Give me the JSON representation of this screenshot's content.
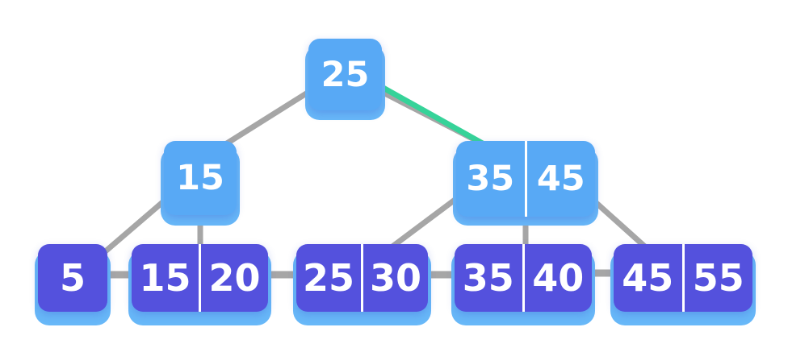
{
  "diagram": {
    "type": "b-plus-tree",
    "colors": {
      "internal_node": "#58a9f5",
      "leaf_node": "#5451dd",
      "node_base": "#68b8f8",
      "edge": "#a6a6a6",
      "highlight_edge": "#36d399",
      "divider": "#ffffff",
      "text": "#ffffff",
      "background": "#ffffff"
    },
    "nodes": [
      {
        "id": "root",
        "level": "internal",
        "keys": [
          "25"
        ]
      },
      {
        "id": "int-15",
        "level": "internal",
        "keys": [
          "15"
        ]
      },
      {
        "id": "int-35-45",
        "level": "internal",
        "keys": [
          "35",
          "45"
        ]
      },
      {
        "id": "leaf-5",
        "level": "leaf",
        "keys": [
          "5"
        ]
      },
      {
        "id": "leaf-15-20",
        "level": "leaf",
        "keys": [
          "15",
          "20"
        ]
      },
      {
        "id": "leaf-25-30",
        "level": "leaf",
        "keys": [
          "25",
          "30"
        ]
      },
      {
        "id": "leaf-35-40",
        "level": "leaf",
        "keys": [
          "35",
          "40"
        ]
      },
      {
        "id": "leaf-45-55",
        "level": "leaf",
        "keys": [
          "45",
          "55"
        ]
      }
    ],
    "edges": [
      {
        "from": "root",
        "to": "int-15",
        "highlighted": false
      },
      {
        "from": "root",
        "to": "int-35-45",
        "highlighted": true
      },
      {
        "from": "int-15",
        "to": "leaf-5",
        "highlighted": false
      },
      {
        "from": "int-15",
        "to": "leaf-15-20",
        "highlighted": false
      },
      {
        "from": "int-35-45",
        "to": "leaf-25-30",
        "highlighted": false
      },
      {
        "from": "int-35-45",
        "to": "leaf-35-40",
        "highlighted": false
      },
      {
        "from": "int-35-45",
        "to": "leaf-45-55",
        "highlighted": false
      }
    ],
    "leaf_links": [
      {
        "from": "leaf-5",
        "to": "leaf-15-20"
      },
      {
        "from": "leaf-15-20",
        "to": "leaf-25-30"
      },
      {
        "from": "leaf-25-30",
        "to": "leaf-35-40"
      },
      {
        "from": "leaf-35-40",
        "to": "leaf-45-55"
      }
    ]
  }
}
